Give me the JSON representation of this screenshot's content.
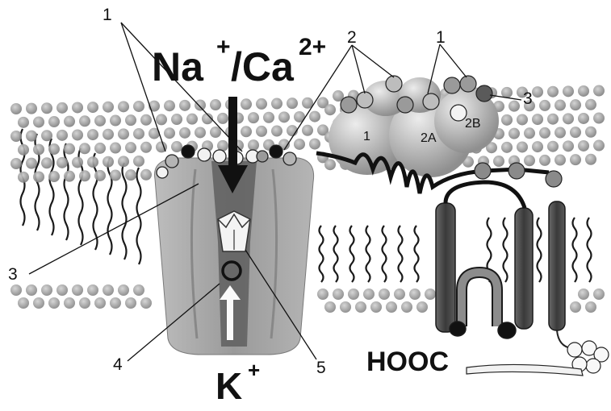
{
  "labels": {
    "na_ca": "Na",
    "na_plus": "+",
    "ca_slash": "/Ca",
    "ca_charge": "2+",
    "k": "K",
    "k_plus": "+",
    "hooc": "HOOC",
    "callout_1_left": "1",
    "callout_2_top": "2",
    "callout_1_right": "1",
    "callout_3_right": "3",
    "callout_3_left": "3",
    "callout_4": "4",
    "callout_5": "5",
    "domain_1": "1",
    "domain_2a": "2A",
    "domain_2b": "2B"
  },
  "colors": {
    "lipid_head": "#9a9a9a",
    "lipid_tail": "#1a1a1a",
    "channel_body": "#a8a8a8",
    "channel_pore": "#5c5c5c",
    "domain_sphere": "#c8c8c8",
    "helix": "#4a4a4a",
    "arrow": "#111111"
  }
}
